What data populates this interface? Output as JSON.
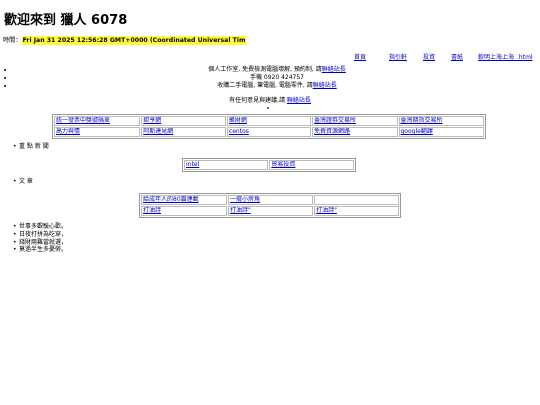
{
  "header": {
    "title": "歡迎來到 獵人 6078",
    "time_label": "時間：",
    "time_value": "Fri Jan 31 2025 12:56:28 GMT+0000 (Coordinated Universal Tim"
  },
  "toplinks": [
    "首頁",
    "指引軒",
    "投資",
    "書紙",
    "軟明上海上海_.html"
  ],
  "promo": [
    {
      "text": "個人工作室, 免費檢測電腦壞解, 預約制, 請",
      "link": "聯絡站長"
    },
    {
      "text": "手機 0920 424757",
      "link": ""
    },
    {
      "text": "收購二手電腦, 筆電腦, 電腦零件, 請",
      "link": "聯絡站長"
    }
  ],
  "contact": {
    "text": "有任何意見與建議,請 ",
    "link": "聯絡站長"
  },
  "links_table": [
    [
      "統一發票中獎號碼單",
      "鉅亨網",
      "聚財網",
      "臺灣證券交易所",
      "臺灣期貨交易所"
    ],
    [
      "高力與情",
      "阿斯達見網",
      "centos",
      "免費資源網路",
      "google翻譯"
    ]
  ],
  "news_section": {
    "heading": "重 點 新 聞",
    "links": [
      "intel",
      "貿易投資"
    ]
  },
  "article_section": {
    "heading": "文 章",
    "rows": [
      [
        "給成年人的80篇連載",
        "一擺小房角",
        ""
      ],
      [
        "打油詩",
        "打油詩\"",
        "打油詩\""
      ]
    ]
  },
  "sayings": [
    "世事多觀驗心歡。",
    "日夜打拼為吃穿，",
    "錢財兩難當就選，",
    "莫過半生多憂勞。"
  ]
}
